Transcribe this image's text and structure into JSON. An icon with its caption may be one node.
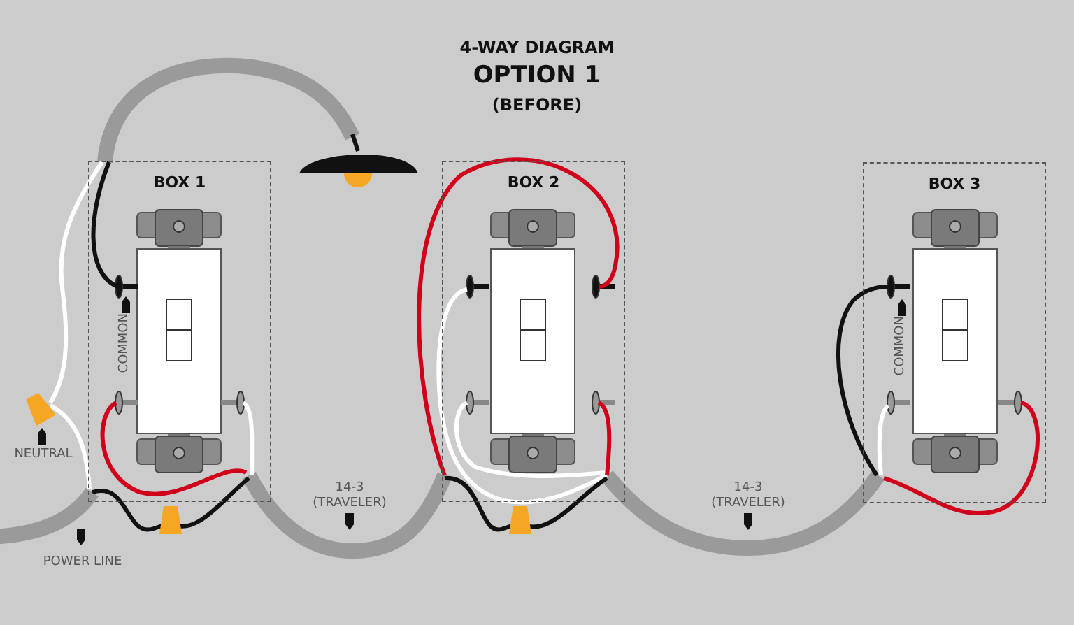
{
  "diagram": {
    "title": "4-WAY DIAGRAM",
    "nodes": [
      {
        "text": [
          "BOX 1"
        ]
      },
      {
        "text": [],
        "shape": "picture"
      },
      {
        "text": [
          "BOX 2"
        ]
      },
      {
        "text": [
          "BOX 3"
        ]
      }
    ],
    "edges": [
      {
        "from": 0,
        "to": 1,
        "arrow": "none"
      },
      {
        "from": null,
        "to": 0,
        "arrow": "none"
      },
      {
        "from": 0,
        "to": 2,
        "arrow": "none"
      },
      {
        "from": 2,
        "to": 3,
        "arrow": "none"
      }
    ],
    "labels": [
      "OPTION 1",
      "(BEFORE)",
      "COMMON",
      "NEUTRAL",
      "14-3 (TRAVELER)",
      "COMMON",
      "14-3 (TRAVELER)",
      "POWER LINE"
    ]
  }
}
